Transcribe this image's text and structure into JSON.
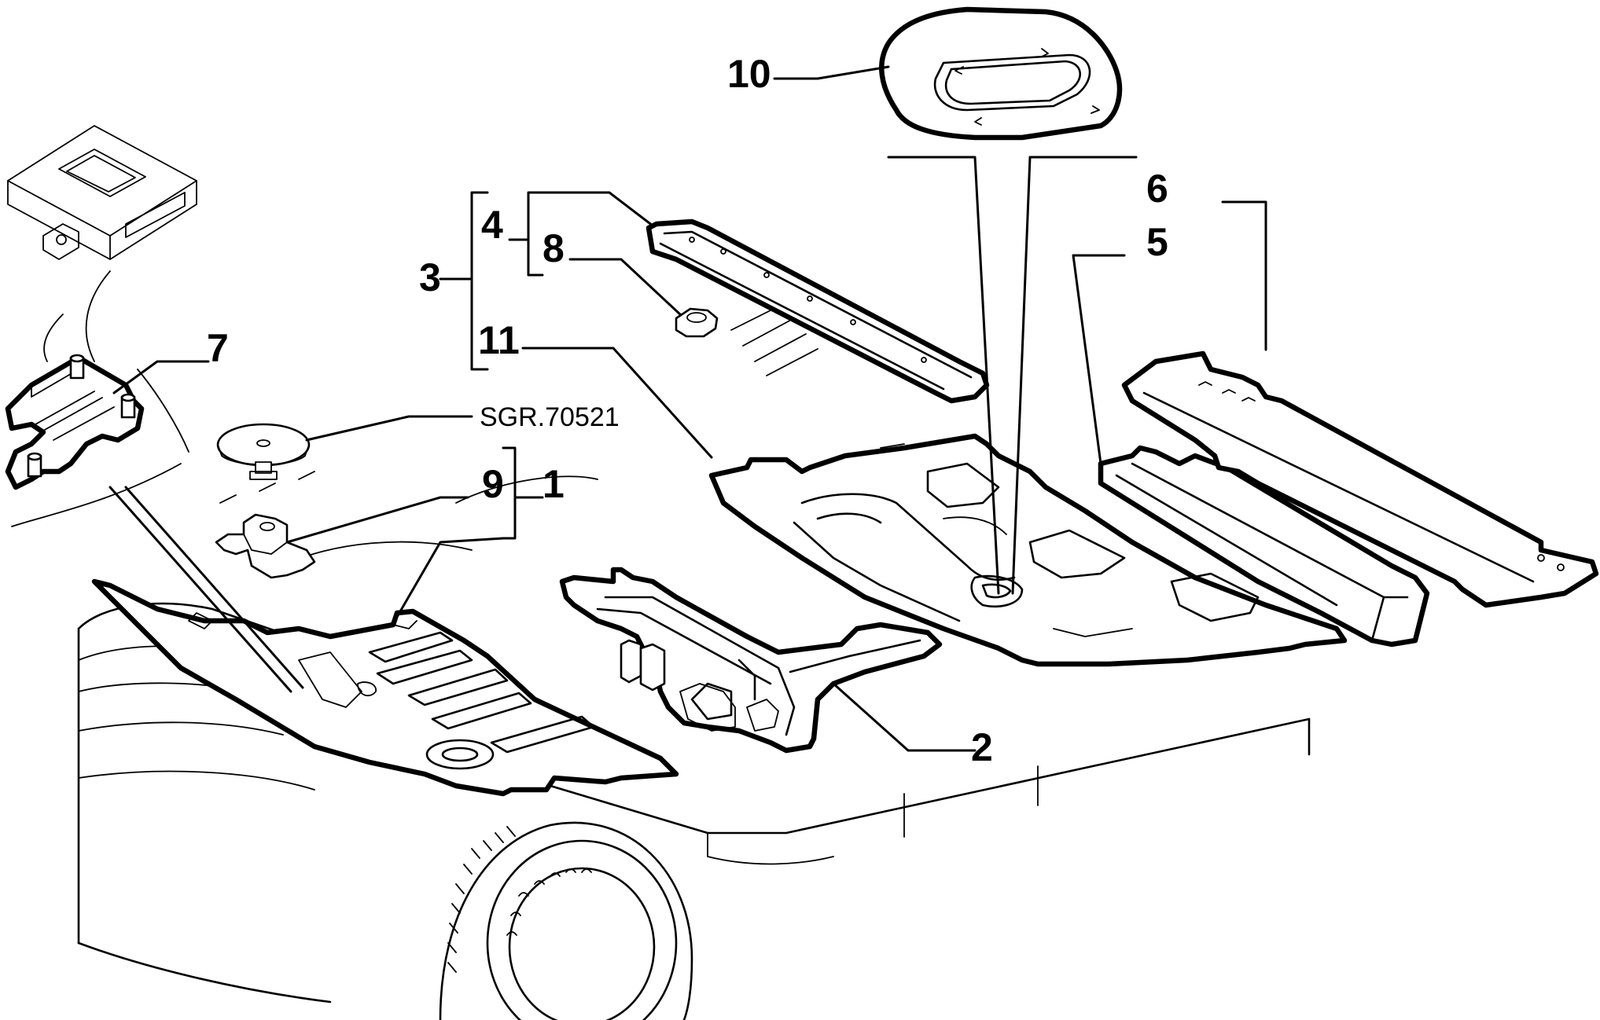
{
  "diagram": {
    "reference_code": "SGR.70521",
    "callouts": {
      "c1": "1",
      "c2": "2",
      "c3": "3",
      "c4": "4",
      "c5": "5",
      "c6": "6",
      "c7": "7",
      "c8": "8",
      "c9": "9",
      "c10": "10",
      "c11": "11"
    }
  }
}
